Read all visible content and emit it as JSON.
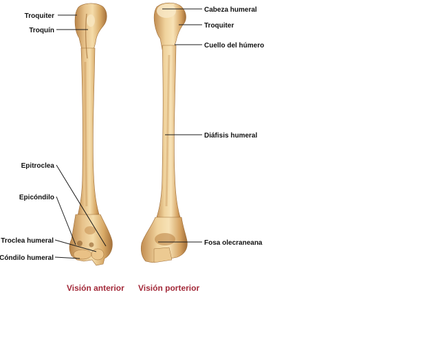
{
  "anterior": {
    "caption": "Visión anterior",
    "labels": {
      "troquiter": "Troquiter",
      "troquin": "Troquín",
      "epitroclea": "Epitroclea",
      "epicondilo": "Epicóndilo",
      "troclea": "Troclea humeral",
      "condilo": "Cóndilo humeral"
    }
  },
  "posterior": {
    "caption": "Visión porterior",
    "labels": {
      "cabeza": "Cabeza humeral",
      "troquiter": "Troquiter",
      "cuello": "Cuello del húmero",
      "diafisis": "Diáfisis humeral",
      "fosa": "Fosa olecraneana"
    }
  },
  "colors": {
    "bone_light": "#f1d7a4",
    "bone_mid": "#d9a964",
    "bone_dark": "#a8763a",
    "caption": "#a32a3a"
  }
}
